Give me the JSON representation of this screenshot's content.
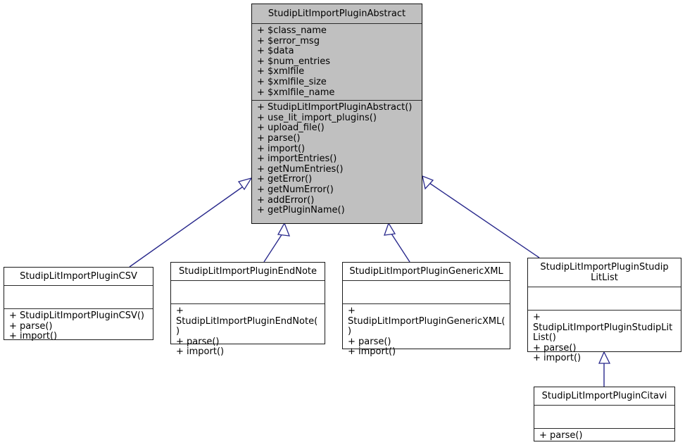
{
  "diagram": {
    "type": "uml-class-inheritance",
    "title": "StudipLitImportPluginAbstract class hierarchy",
    "colors": {
      "base_class_fill": "#c0c0c0",
      "subclass_fill": "#ffffff",
      "border": "#1a1a1a",
      "edge": "#29298c",
      "arrow_fill": "#ffffff",
      "background": "#ffffff"
    },
    "classes": [
      {
        "id": "abstract",
        "name": "StudipLitImportPluginAbstract",
        "attributes": [
          "+ $class_name",
          "+ $error_msg",
          "+ $data",
          "+ $num_entries",
          "+ $xmlfile",
          "+ $xmlfile_size",
          "+ $xmlfile_name"
        ],
        "methods": [
          "+ StudipLitImportPluginAbstract()",
          "+ use_lit_import_plugins()",
          "+ upload_file()",
          "+ parse()",
          "+ import()",
          "+ importEntries()",
          "+ getNumEntries()",
          "+ getError()",
          "+ getNumError()",
          "+ addError()",
          "+ getPluginName()"
        ]
      },
      {
        "id": "csv",
        "name": "StudipLitImportPluginCSV",
        "attributes": [],
        "methods": [
          "+ StudipLitImportPluginCSV()",
          "+ parse()",
          "+ import()"
        ]
      },
      {
        "id": "endnote",
        "name": "StudipLitImportPluginEndNote",
        "attributes": [],
        "methods": [
          "+ StudipLitImportPluginEndNote()",
          "+ parse()",
          "+ import()"
        ]
      },
      {
        "id": "genericxml",
        "name": "StudipLitImportPluginGenericXML",
        "attributes": [],
        "methods": [
          "+ StudipLitImportPluginGenericXML()",
          "+ parse()",
          "+ import()"
        ]
      },
      {
        "id": "studiplitlist",
        "name": "StudipLitImportPluginStudip\nLitList",
        "attributes": [],
        "methods": [
          "+ StudipLitImportPluginStudipLitList()",
          "+ parse()",
          "+ import()"
        ]
      },
      {
        "id": "citavi",
        "name": "StudipLitImportPluginCitavi",
        "attributes": [],
        "methods": [
          "+ parse()"
        ]
      }
    ],
    "relations": [
      {
        "from": "csv",
        "to": "abstract",
        "kind": "generalization"
      },
      {
        "from": "endnote",
        "to": "abstract",
        "kind": "generalization"
      },
      {
        "from": "genericxml",
        "to": "abstract",
        "kind": "generalization"
      },
      {
        "from": "studiplitlist",
        "to": "abstract",
        "kind": "generalization"
      },
      {
        "from": "citavi",
        "to": "studiplitlist",
        "kind": "generalization"
      }
    ]
  }
}
